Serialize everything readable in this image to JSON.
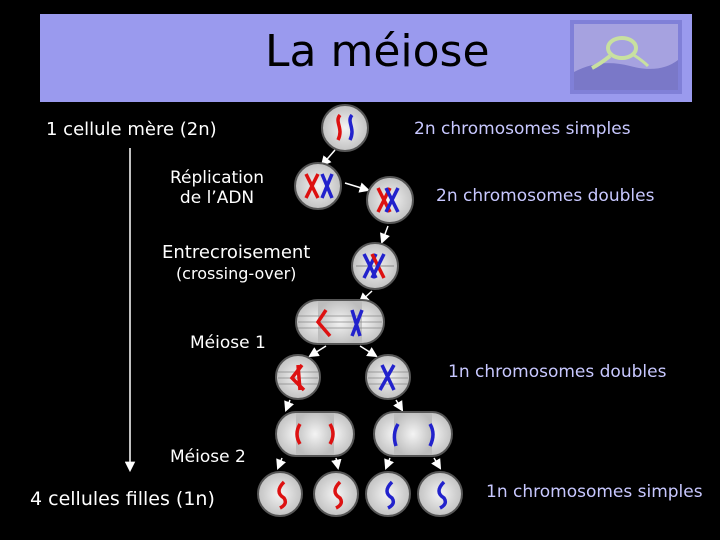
{
  "title": "La méiose",
  "labels": {
    "mother_cell": "1 cellule mère (2n)",
    "replication_1": "Réplication",
    "replication_2": "de l’ADN",
    "crossing_1": "Entrecroisement",
    "crossing_2": "(crossing-over)",
    "meiosis1": "Méiose 1",
    "meiosis2": "Méiose 2",
    "daughter_cells": "4 cellules filles (1n)"
  },
  "annotations": {
    "simple_2n": "2n chromosomes simples",
    "double_2n": "2n chromosomes doubles",
    "double_1n": "1n chromosomes doubles",
    "simple_1n": "1n chromosomes simples"
  },
  "colors": {
    "title_bar": "#9a9aee",
    "red_chromosome": "#dd1111",
    "blue_chromosome": "#2222cc",
    "cell_fill": "#dcdcdc"
  }
}
